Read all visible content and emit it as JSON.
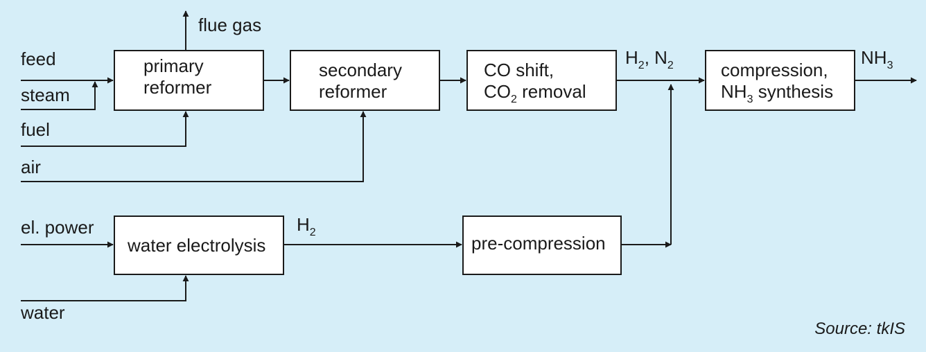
{
  "inputs": {
    "feed": "feed",
    "steam": "steam",
    "fuel": "fuel",
    "air": "air",
    "el_power": "el. power",
    "water": "water"
  },
  "outputs": {
    "flue_gas": "flue gas"
  },
  "boxes": {
    "primary_reformer": [
      "primary",
      "reformer"
    ],
    "secondary_reformer": [
      "secondary",
      "reformer"
    ],
    "co_shift": {
      "line1": "CO shift,",
      "line2_a": "CO",
      "line2_sub": "2",
      "line2_b": " removal"
    },
    "compression": {
      "line1": "compression,",
      "line2_a": "NH",
      "line2_sub": "3",
      "line2_b": " synthesis"
    },
    "water_electrolysis": "water electrolysis",
    "pre_compression": "pre-compression"
  },
  "stream_labels": {
    "h2_n2": {
      "a": "H",
      "a_sub": "2",
      "sep": ", N",
      "b_sub": "2"
    },
    "nh3": {
      "a": "NH",
      "a_sub": "3"
    },
    "h2": {
      "a": "H",
      "a_sub": "2"
    }
  },
  "source": "Source: tkIS"
}
